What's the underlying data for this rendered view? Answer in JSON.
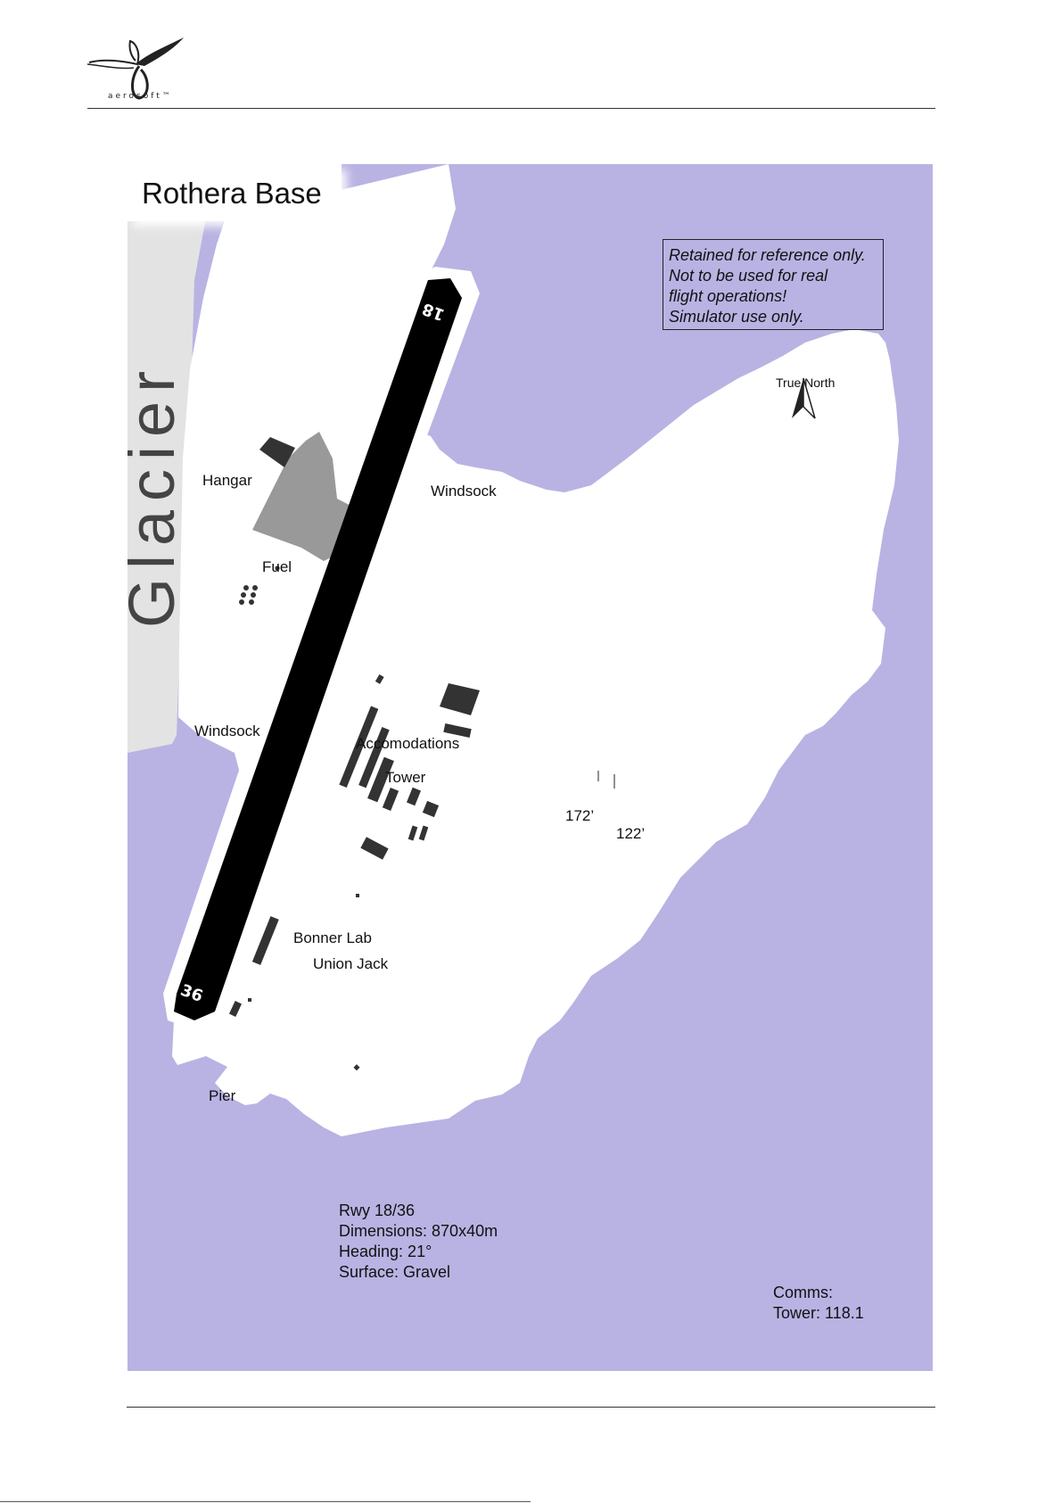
{
  "header": {
    "brand": "aerosoft™"
  },
  "map": {
    "title": "Rothera Base",
    "disclaimer": [
      "Retained for reference only.",
      "Not to be used for real",
      "flight operations!",
      "Simulator use only."
    ],
    "north_label": "True North",
    "glacier_label": "Glacier",
    "runway_ends": {
      "north": "18",
      "south": "36"
    },
    "labels": {
      "hangar": "Hangar",
      "windsock_east": "Windsock",
      "fuel": "Fuel",
      "windsock_west": "Windsock",
      "accomodations": "Accomodations",
      "tower": "Tower",
      "elev1": "172’",
      "elev2": "122’",
      "bonner_lab": "Bonner Lab",
      "union_jack": "Union Jack",
      "pier": "Pier"
    },
    "runway_info": [
      "Rwy 18/36",
      "Dimensions: 870x40m",
      "Heading: 21°",
      "Surface: Gravel"
    ],
    "comms": [
      "Comms:",
      "Tower: 118.1"
    ],
    "colors": {
      "water": "#b8b3e3",
      "land": "#ffffff",
      "glacier": "#e3e3e3",
      "runway": "#000000",
      "apron": "#999999",
      "building": "#333333"
    }
  }
}
